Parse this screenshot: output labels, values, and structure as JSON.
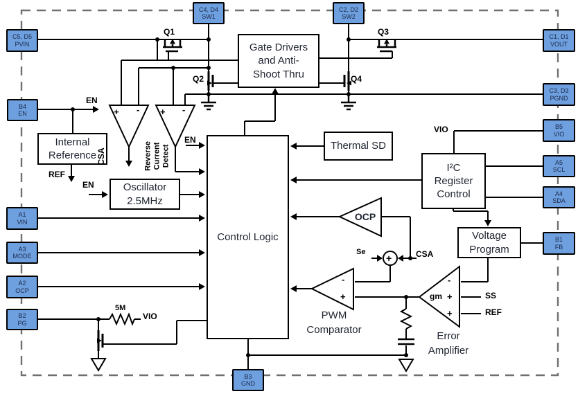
{
  "pins": [
    {
      "code": "C5, D5",
      "name": "PVIN"
    },
    {
      "code": "B4",
      "name": "EN"
    },
    {
      "code": "A1",
      "name": "VIN"
    },
    {
      "code": "A3",
      "name": "MODE"
    },
    {
      "code": "A2",
      "name": "OCP"
    },
    {
      "code": "B2",
      "name": "PG"
    },
    {
      "code": "C4, D4",
      "name": "SW1"
    },
    {
      "code": "C2, D2",
      "name": "SW2"
    },
    {
      "code": "C1, D1",
      "name": "VOUT"
    },
    {
      "code": "C3, D3",
      "name": "PGND"
    },
    {
      "code": "B5",
      "name": "VIO"
    },
    {
      "code": "A5",
      "name": "SCL"
    },
    {
      "code": "A4",
      "name": "SDA"
    },
    {
      "code": "B1",
      "name": "FB"
    },
    {
      "code": "B3",
      "name": "GND"
    }
  ],
  "blocks": {
    "internal_reference": "Internal\nReference",
    "oscillator": "Oscillator\n2.5MHz",
    "control_logic": "Control Logic",
    "gate_drivers": "Gate Drivers\nand Anti-\nShoot Thru",
    "thermal_sd": "Thermal SD",
    "i2c_register_control": "I²C\nRegister\nControl",
    "voltage_program": "Voltage\nProgram"
  },
  "amplifiers": {
    "csa_label": "CSA",
    "reverse_current_detect_label": "Reverse\nCurrent\nDetect",
    "ocp_comparator_label": "OCP",
    "pwm_comparator_label": "PWM\nComparator",
    "error_amplifier_label": "Error\nAmplifier",
    "gm": "gm",
    "plus": "+",
    "minus": "-"
  },
  "signals": {
    "en": "EN",
    "ref": "REF",
    "vio": "VIO",
    "se": "Se",
    "csa": "CSA",
    "ss": "SS",
    "pullup_value": "5M"
  },
  "transistors": {
    "q1": "Q1",
    "q2": "Q2",
    "q3": "Q3",
    "q4": "Q4"
  },
  "colors": {
    "pin_fill": "#6E9FDE",
    "pin_text": "#1b2a4a",
    "block_text": "#1f2430",
    "wire": "#000000",
    "boundary_dash": "#707070"
  }
}
